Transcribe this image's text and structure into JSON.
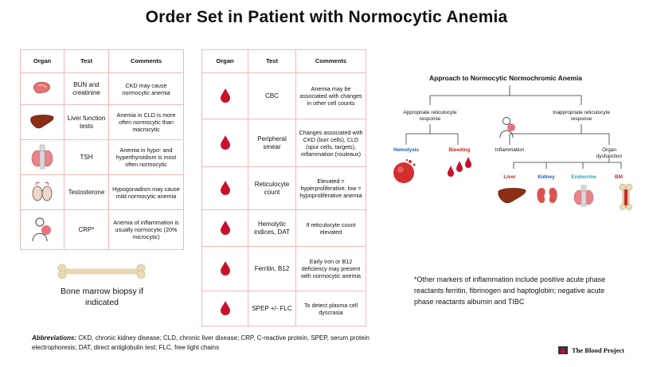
{
  "title": "Order Set in Patient with Normocytic Anemia",
  "table1": {
    "headers": [
      "Organ",
      "Test",
      "Comments"
    ],
    "rows": [
      {
        "icon": "pancreas-organ-icon",
        "test": "BUN and creatinine",
        "comment": "CKD may cause normocytic anemia"
      },
      {
        "icon": "liver-icon",
        "test": "Liver function tests",
        "comment": "Anemia in CLD is more often normocytic than macrocytic"
      },
      {
        "icon": "thyroid-icon",
        "test": "TSH",
        "comment": "Anemia in hypo- and hyperthyroidism is most often normocytic"
      },
      {
        "icon": "testes-icon",
        "test": "Testosterone",
        "comment": "Hypogonadism may cause mild normocytic anemia"
      },
      {
        "icon": "inflamed-person-icon",
        "test": "CRP*",
        "comment": "Anemia of inflammation is usually normocytic (20% microcytic)"
      }
    ]
  },
  "bone_marrow_label": "Bone marrow biopsy if indicated",
  "table2": {
    "headers": [
      "Organ",
      "Test",
      "Comments"
    ],
    "rows": [
      {
        "icon": "blood-drop-icon",
        "test": "CBC",
        "comment": "Anemia may be associated with changes in other cell counts"
      },
      {
        "icon": "blood-drop-icon",
        "test": "Peripheral smear",
        "comment": "Changes associated with CKD (burr cells), CLD (spur cells, targets), inflammation (rouleaux)"
      },
      {
        "icon": "blood-drop-icon",
        "test": "Reticulocyte count",
        "comment": "Elevated = hyperproliferative; low = hypoproliferative anemia"
      },
      {
        "icon": "blood-drop-icon",
        "test": "Hemolytic indices, DAT",
        "comment": "If reticulocyte count elevated"
      },
      {
        "icon": "blood-drop-icon",
        "test": "Ferritin, B12",
        "comment": "Early iron or B12 deficiency may present with normocytic anemia"
      },
      {
        "icon": "blood-drop-icon",
        "test": "SPEP +/- FLC",
        "comment": "To detect plasma cell dyscrasia"
      }
    ]
  },
  "abbreviations": {
    "label": "Abbreviations:",
    "text": "CKD, chronic kidney disease; CLD, chronic liver disease; CRP, C-reactive protein, SPEP, serum protein electrophoresis; DAT, direct antiglobulin test; FLC, free light chains"
  },
  "approach": {
    "title": "Approach to Normocytic Normochromic Anemia",
    "appropriate": "Appropriate reticulocyte response",
    "inappropriate": "Inappropriate reticulocyte response",
    "hemolysis": "Hemolysis",
    "bleeding": "Bleeding",
    "inflammation": "Inflammation",
    "organ_dysfunction": "Organ dysfunction",
    "liver": "Liver",
    "kidney": "Kidney",
    "endocrine": "Endocrine",
    "bm": "BM"
  },
  "footnote": "*Other markers of inflammation include positive acute phase reactants ferritin, fibrinogen and haptoglobin; negative acute phase reactants albumin and TIBC",
  "logo": "The Blood Project",
  "colors": {
    "table_border": "#f2b8b8",
    "blood_red": "#c8102e",
    "hemolysis_blue": "#1a5bbf",
    "endocrine_teal": "#1aa3b8",
    "red_label": "#d11f1f"
  }
}
